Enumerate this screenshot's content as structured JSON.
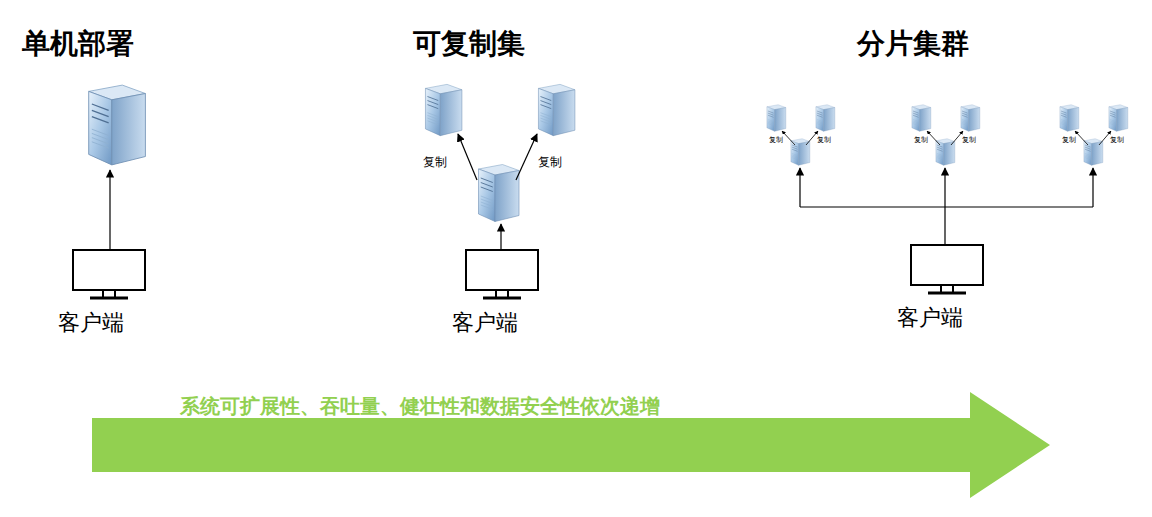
{
  "diagram": {
    "nodes": [
      {
        "text": [
          "客户端"
        ]
      },
      {
        "text": [
          "客户端"
        ]
      },
      {
        "text": [
          "客户端"
        ]
      },
      {
        "text": [
          "系统可扩展性、吞吐量、健壮性和数据安全性依次递增"
        ]
      }
    ],
    "labels": [
      "单机部署",
      "可复制集",
      "分片集群",
      "复制",
      "复制",
      "复制",
      "复制",
      "复制",
      "复制",
      "复制",
      "复制"
    ]
  }
}
